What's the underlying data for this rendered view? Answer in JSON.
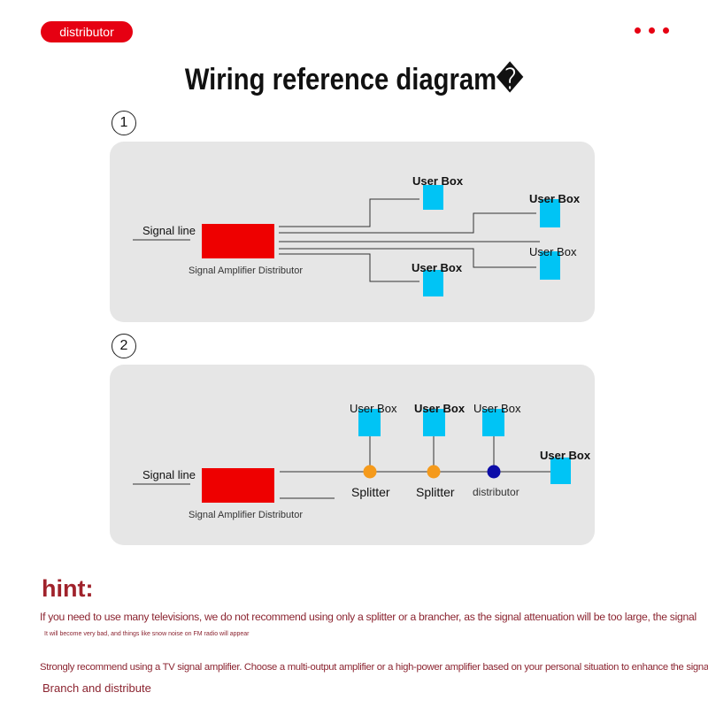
{
  "header": {
    "badge_label": "distributor",
    "more_icon": "ellipsis-icon"
  },
  "title": "Wiring reference diagram�",
  "diagram1": {
    "number": "1",
    "signal_line_label": "Signal line",
    "amplifier_label": "Signal Amplifier Distributor",
    "user_boxes": [
      "User Box",
      "User Box",
      "User Box",
      "User Box"
    ]
  },
  "diagram2": {
    "number": "2",
    "signal_line_label": "Signal line",
    "amplifier_label": "Signal Amplifier Distributor",
    "user_boxes": [
      "User Box",
      "User Box",
      "User Box",
      "User Box"
    ],
    "nodes": [
      "Splitter",
      "Splitter",
      "distributor"
    ]
  },
  "hint": {
    "title": "hint:",
    "line1": "If you need to use many televisions, we do not recommend using only a splitter or a brancher, as the signal attenuation will be too large, the signal",
    "line2": "It will become very bad, and things like snow noise on FM radio will appear",
    "line3": "Strongly recommend using a TV signal amplifier. Choose a multi-output amplifier or a high-power amplifier based on your personal situation to enhance the signal",
    "line4": "Branch and distribute"
  },
  "colors": {
    "accent": "#e60012",
    "amplifier": "#ee0000",
    "user_box": "#00c4f5",
    "splitter_node": "#f59a1b",
    "distributor_node": "#0d0da8",
    "hint_text": "#8b2430",
    "panel": "#e6e6e6"
  }
}
